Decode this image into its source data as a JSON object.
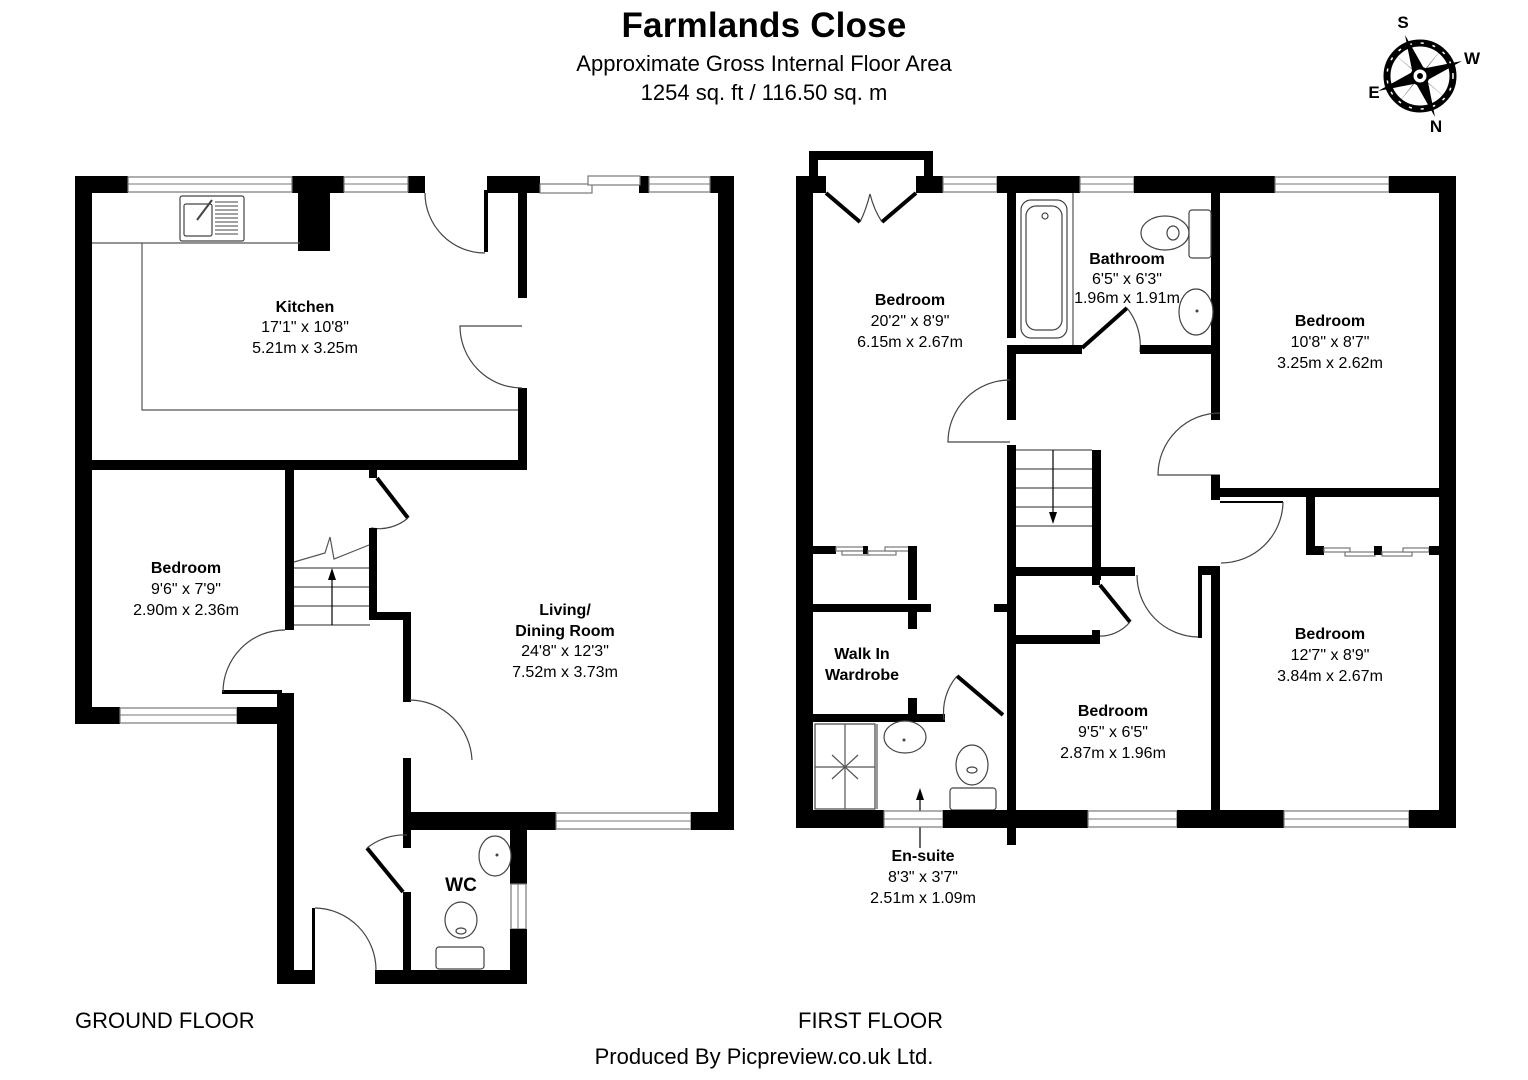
{
  "header": {
    "title": "Farmlands Close",
    "subtitle": "Approximate Gross Internal Floor Area",
    "area": "1254 sq. ft / 116.50 sq. m"
  },
  "compass": {
    "icon": "compass-rose-icon",
    "top": "S",
    "right": "W",
    "left": "E",
    "bottom": "N"
  },
  "ground_floor": {
    "label": "GROUND FLOOR",
    "rooms": [
      {
        "name": "Kitchen",
        "imperial": "17'1\" x 10'8\"",
        "metric": "5.21m x 3.25m"
      },
      {
        "name": "Bedroom",
        "imperial": "9'6\" x 7'9\"",
        "metric": "2.90m x 2.36m"
      },
      {
        "name_line1": "Living/",
        "name_line2": "Dining Room",
        "imperial": "24'8\" x 12'3\"",
        "metric": "7.52m x 3.73m"
      },
      {
        "name": "WC"
      }
    ]
  },
  "first_floor": {
    "label": "FIRST FLOOR",
    "rooms": [
      {
        "name": "Bedroom",
        "imperial": "20'2\" x 8'9\"",
        "metric": "6.15m x 2.67m"
      },
      {
        "name": "Bathroom",
        "imperial": "6'5\" x 6'3\"",
        "metric": "1.96m x 1.91m"
      },
      {
        "name": "Bedroom",
        "imperial": "10'8\" x 8'7\"",
        "metric": "3.25m x 2.62m"
      },
      {
        "name": "Bedroom",
        "imperial": "12'7\" x 8'9\"",
        "metric": "3.84m x 2.67m"
      },
      {
        "name": "Bedroom",
        "imperial": "9'5\" x 6'5\"",
        "metric": "2.87m x 1.96m"
      },
      {
        "name_line1": "Walk In",
        "name_line2": "Wardrobe"
      },
      {
        "name": "En-suite",
        "imperial": "8'3\" x 3'7\"",
        "metric": "2.51m x 1.09m"
      }
    ]
  },
  "footer": {
    "credit": "Produced By Picpreview.co.uk Ltd."
  }
}
